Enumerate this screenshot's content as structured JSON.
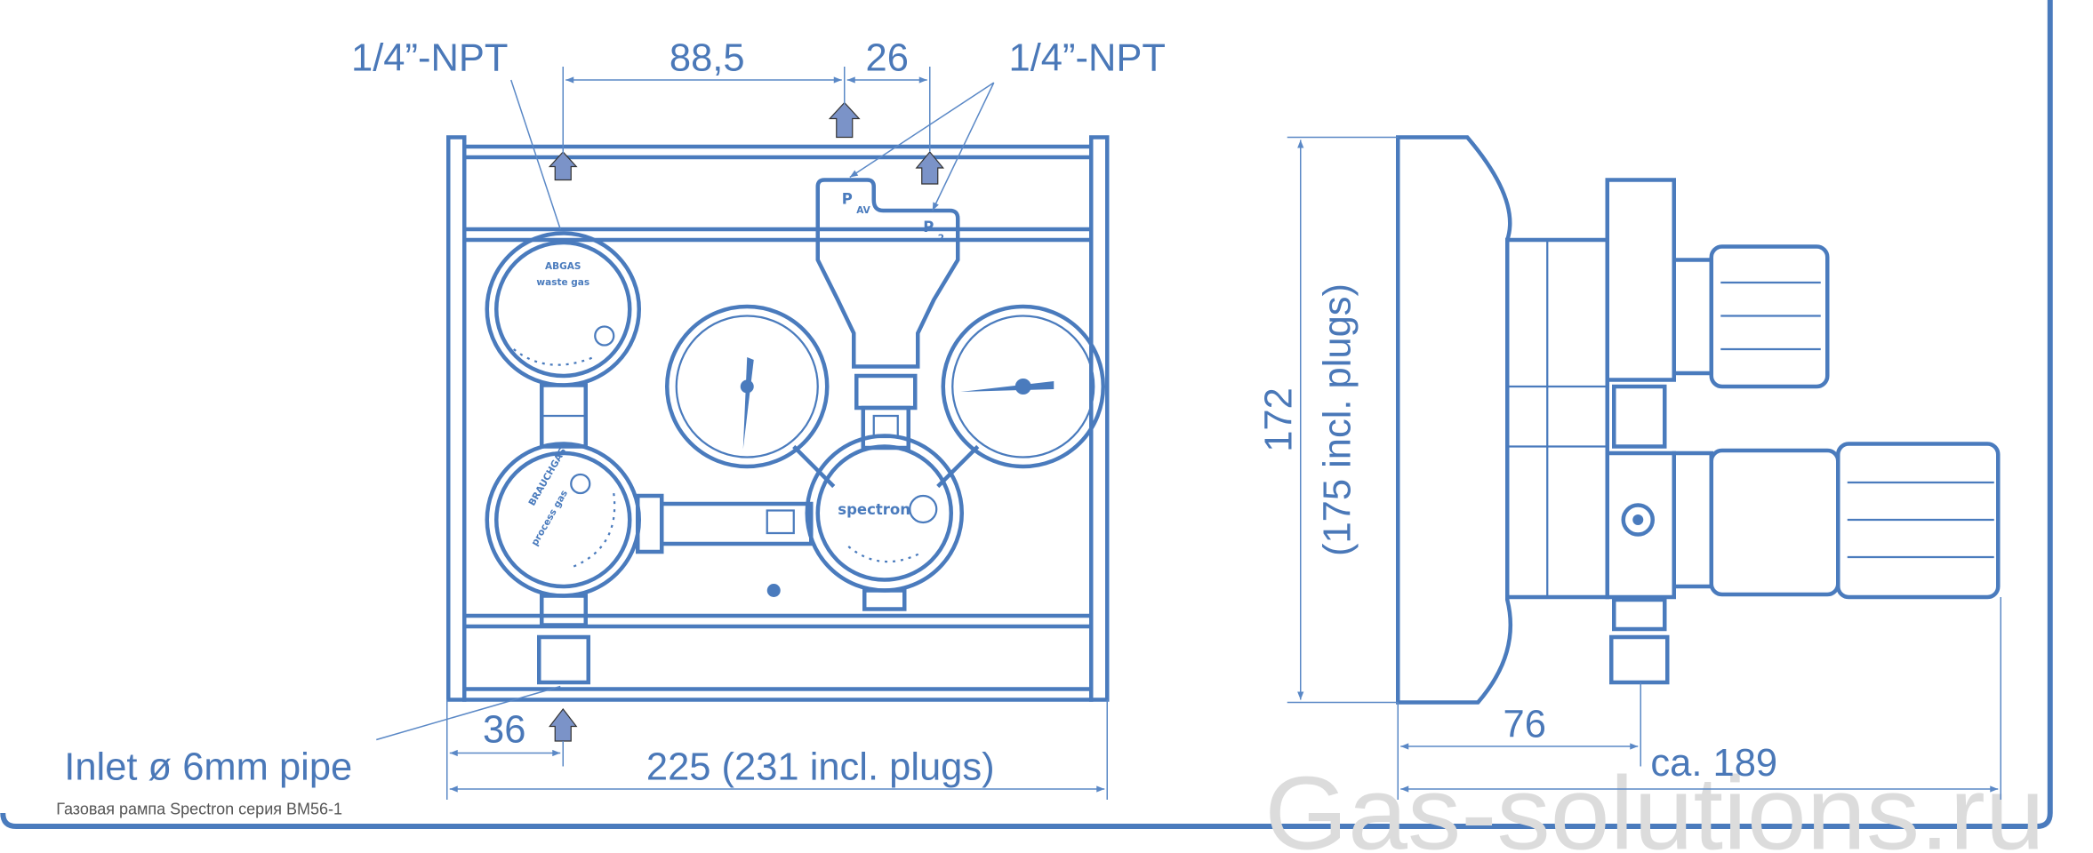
{
  "front_view": {
    "port_label_left": "1/4”-NPT",
    "port_label_right": "1/4”-NPT",
    "dim_top_1": "88,5",
    "dim_top_2": "26",
    "dim_inlet": "36",
    "dim_width": "225 (231 incl. plugs)",
    "inlet_label": "Inlet ø 6mm pipe",
    "port_pav": "P",
    "port_pav_sub": "AV",
    "port_p2": "P",
    "port_p2_sub": "2",
    "gauge_top_label": "ABGAS",
    "gauge_top_sublabel": "waste gas",
    "gauge_bottom_label": "BRAUCHGAS",
    "gauge_bottom_sublabel": "process gas",
    "regulator_brand": "spectron"
  },
  "side_view": {
    "dim_height": "172",
    "dim_height_plugs": "(175 incl. plugs)",
    "dim_depth": "76",
    "dim_total_depth": "ca. 189"
  },
  "caption": "Газовая рампа Spectron серия BM56-1",
  "watermark": "Gas-solutions.ru",
  "colors": {
    "line": "#4a7bbd",
    "text": "#4a78b8",
    "arrow": "#7b93c8",
    "frame": "#4a7bbd"
  }
}
